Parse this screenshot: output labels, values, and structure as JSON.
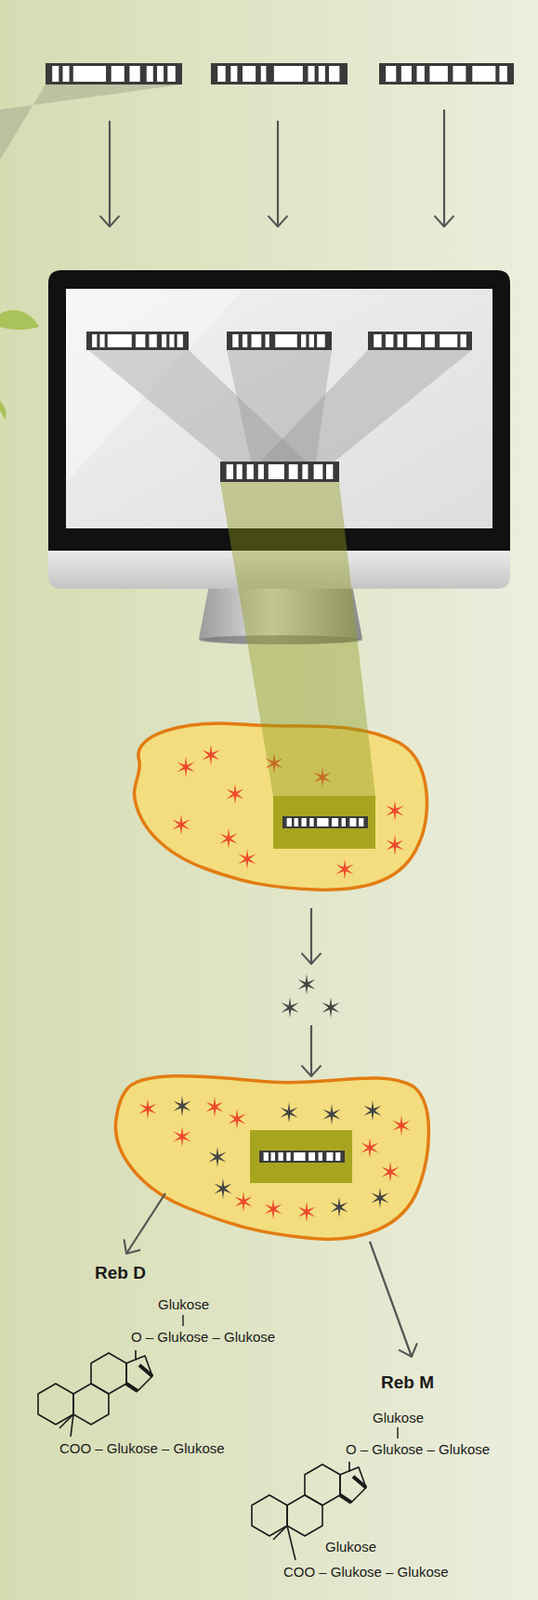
{
  "diagram": {
    "labels": [
      "Reb D",
      "Glukose",
      "O – Glukose – Glukose",
      "COO – Glukose – Glukose",
      "Reb M",
      "Glukose",
      "O – Glukose – Glukose",
      "Glukose",
      "COO – Glukose – Glukose"
    ]
  }
}
